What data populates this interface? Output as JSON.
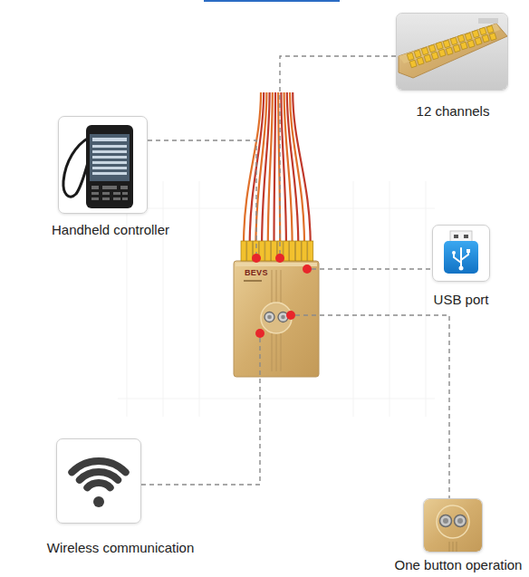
{
  "diagram": {
    "nodes": [
      {
        "text": [
          "12 channels"
        ]
      },
      {
        "text": [
          "Handheld controller"
        ]
      },
      {
        "text": [
          "USB port"
        ]
      },
      {
        "text": [
          "Wireless communication"
        ]
      },
      {
        "text": [
          "One button operation"
        ]
      }
    ],
    "labels": [
      "BEVS"
    ]
  }
}
